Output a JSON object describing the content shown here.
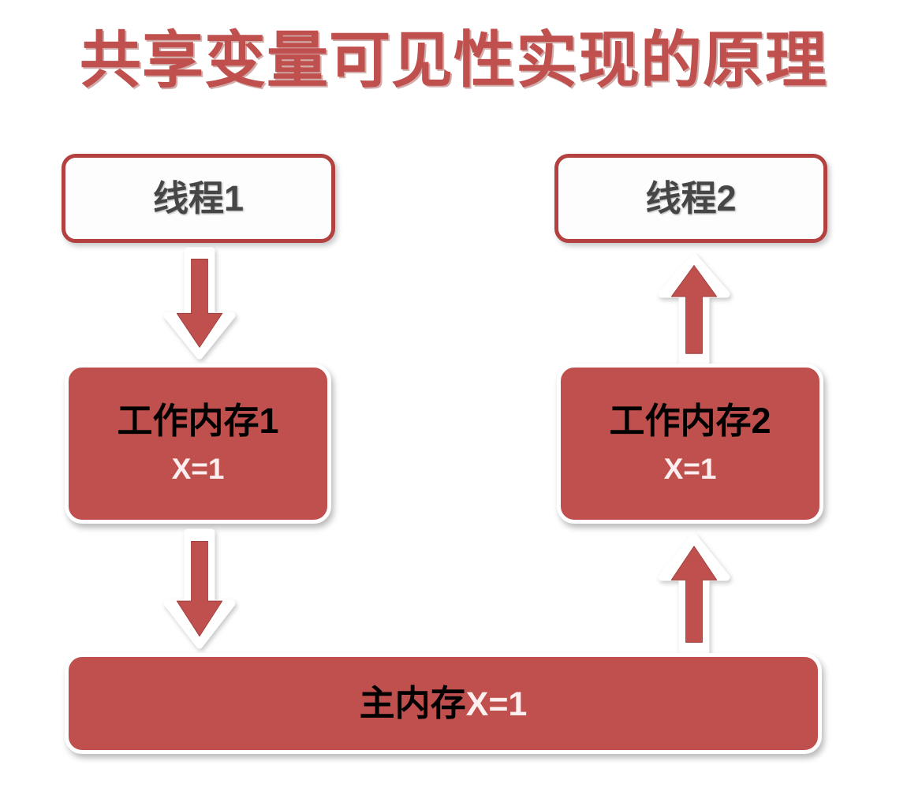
{
  "title": "共享变量可见性实现的原理",
  "colors": {
    "title_red": "#C0504D",
    "box_fill_red": "#C0504D",
    "thread_border_red": "#B3413F",
    "arrow_red": "#C0504D",
    "arrow_outline": "#FFFFFF",
    "thread_text": "#464646",
    "mem_title_text": "#000000",
    "mem_value_text": "#FDEFEF",
    "background": "#FFFFFF"
  },
  "nodes": {
    "thread1": {
      "label": "线程1"
    },
    "thread2": {
      "label": "线程2"
    },
    "working_memory1": {
      "title": "工作内存1",
      "value": "X=1"
    },
    "working_memory2": {
      "title": "工作内存2",
      "value": "X=1"
    },
    "main_memory": {
      "title": "主内存",
      "value": "X=1"
    }
  },
  "arrows": [
    {
      "name": "thread1-to-working-memory1",
      "direction": "down",
      "from": "线程1",
      "to": "工作内存1"
    },
    {
      "name": "working-memory1-to-main-memory",
      "direction": "down",
      "from": "工作内存1",
      "to": "主内存"
    },
    {
      "name": "main-memory-to-working-memory2",
      "direction": "up",
      "from": "主内存",
      "to": "工作内存2"
    },
    {
      "name": "working-memory2-to-thread2",
      "direction": "up",
      "from": "工作内存2",
      "to": "线程2"
    }
  ]
}
